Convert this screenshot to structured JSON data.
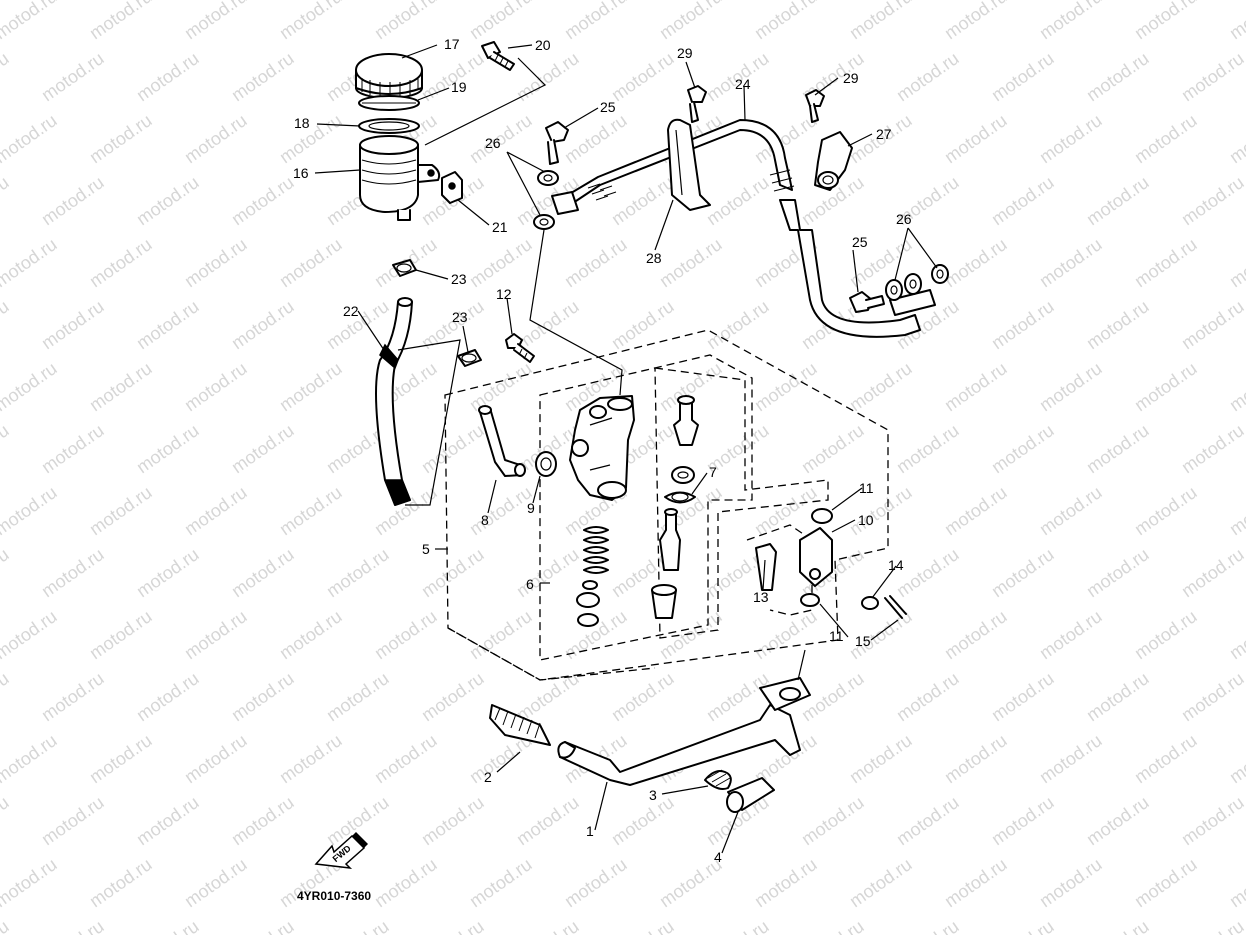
{
  "watermark": "motod.ru",
  "diagram_code": "4YR010-7360",
  "fwd_label": "FWD",
  "callouts": {
    "c1": "1",
    "c2": "2",
    "c3": "3",
    "c4": "4",
    "c5": "5",
    "c6": "6",
    "c7": "7",
    "c8": "8",
    "c9": "9",
    "c10": "10",
    "c11a": "11",
    "c11b": "11",
    "c12": "12",
    "c13": "13",
    "c14": "14",
    "c15": "15",
    "c16": "16",
    "c17": "17",
    "c18": "18",
    "c19": "19",
    "c20": "20",
    "c21": "21",
    "c22": "22",
    "c23a": "23",
    "c23b": "23",
    "c24": "24",
    "c25a": "25",
    "c25b": "25",
    "c26a": "26",
    "c26b": "26",
    "c27": "27",
    "c28": "28",
    "c29a": "29",
    "c29b": "29"
  }
}
